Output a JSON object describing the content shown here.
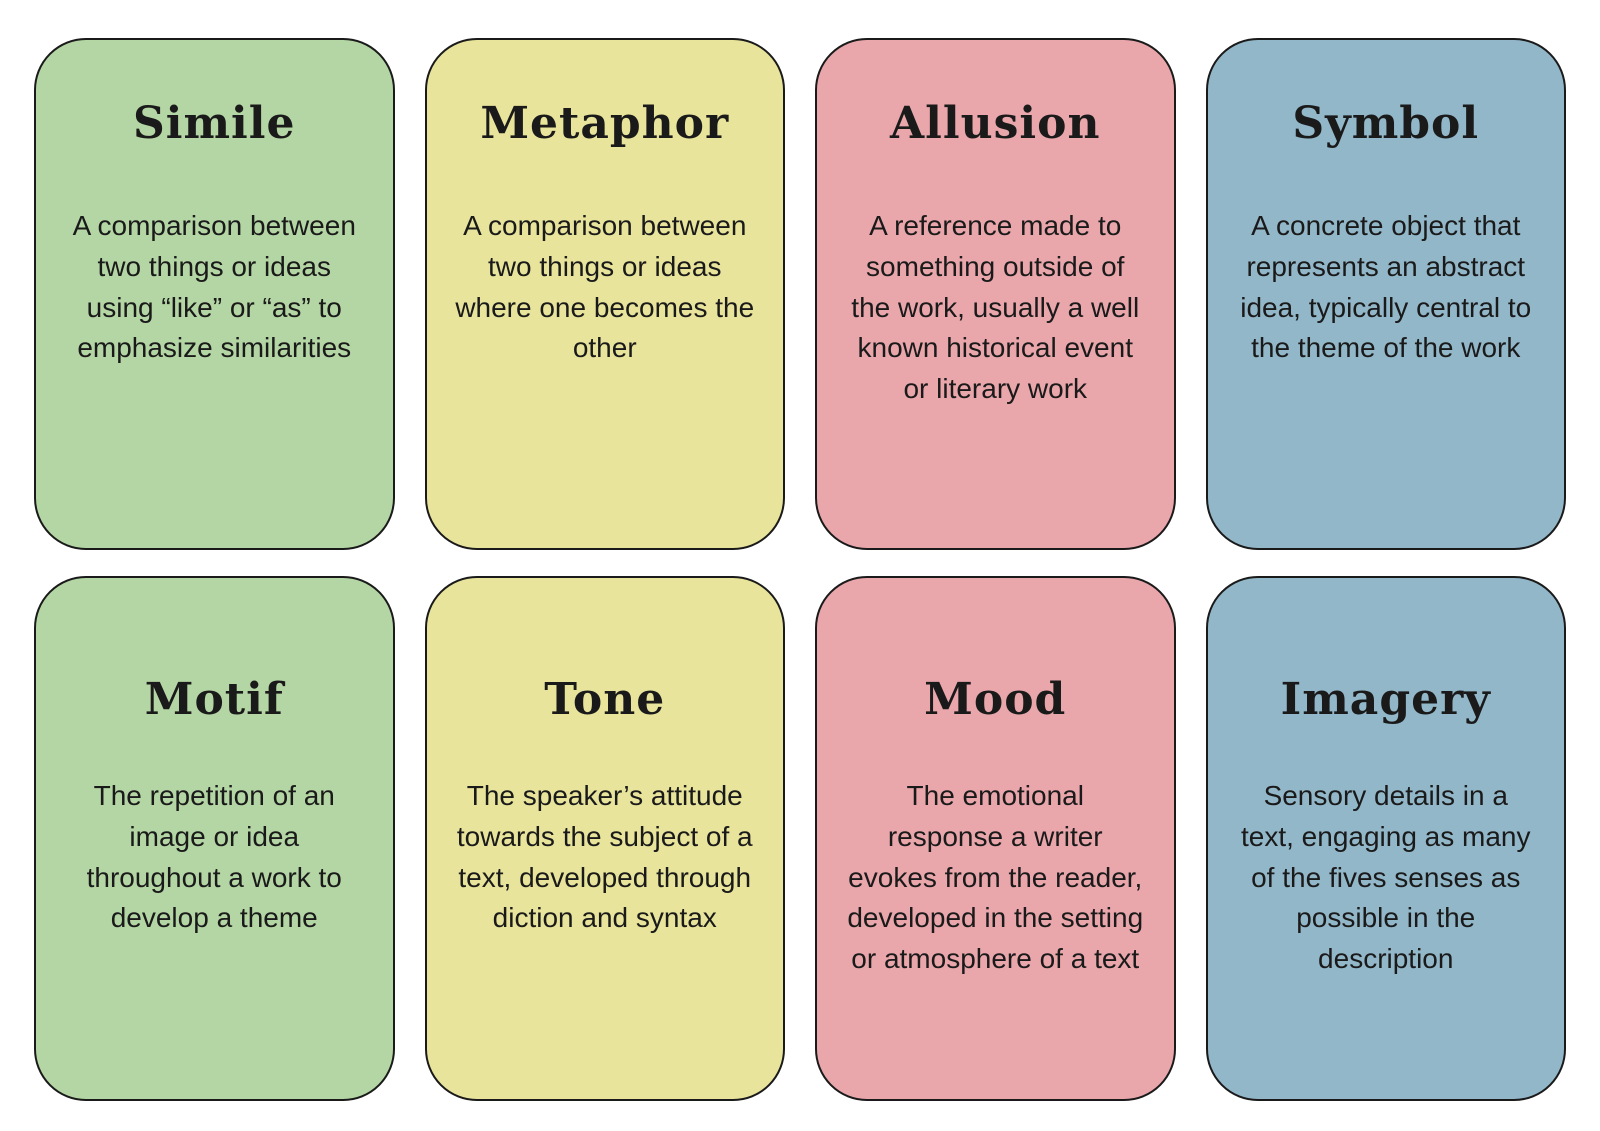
{
  "page": {
    "background": "#ffffff",
    "text_color": "#1a1a1a",
    "border_color": "#1a1a1a"
  },
  "cards": [
    {
      "title": "Simile",
      "description": "A comparison between two things or ideas using “like” or “as” to emphasize similarities",
      "color": "#b4d6a4"
    },
    {
      "title": "Metaphor",
      "description": "A comparison between two things or ideas where one becomes the other",
      "color": "#e8e49b"
    },
    {
      "title": "Allusion",
      "description": "A reference made to something outside of the work, usually a well known historical event or literary work",
      "color": "#e9a6ab"
    },
    {
      "title": "Symbol",
      "description": "A concrete object that represents an abstract idea, typically central to the theme of the work",
      "color": "#92b7c9"
    },
    {
      "title": "Motif",
      "description": "The repetition of an image or idea throughout a work to develop a theme",
      "color": "#b4d6a4"
    },
    {
      "title": "Tone",
      "description": "The speaker’s attitude towards the subject of a text, developed through diction and syntax",
      "color": "#e8e49b"
    },
    {
      "title": "Mood",
      "description": "The emotional response a writer evokes from the reader, developed in the setting or atmosphere of a text",
      "color": "#e9a6ab"
    },
    {
      "title": "Imagery",
      "description": "Sensory details in a text, engaging as many of the fives senses as possible in the description",
      "color": "#92b7c9"
    }
  ]
}
